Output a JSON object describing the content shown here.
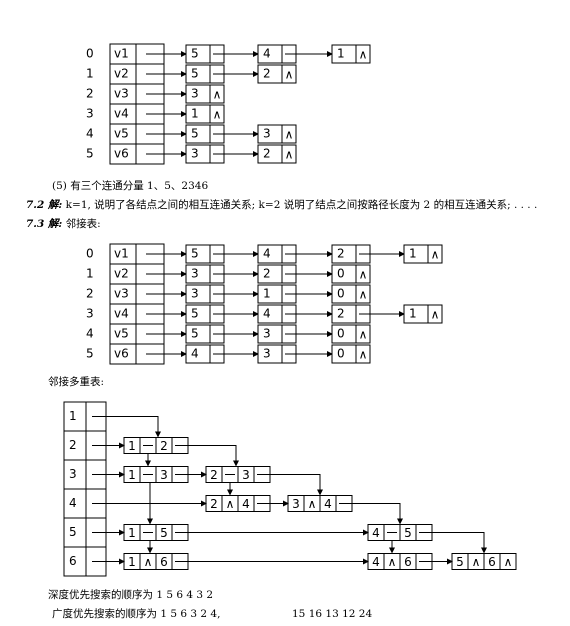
{
  "section1": {
    "rows": [
      {
        "index": "0",
        "vertex": "v1",
        "nodes": [
          "5",
          "4",
          "1"
        ]
      },
      {
        "index": "1",
        "vertex": "v2",
        "nodes": [
          "5",
          "2"
        ]
      },
      {
        "index": "2",
        "vertex": "v3",
        "nodes": [
          "3"
        ]
      },
      {
        "index": "3",
        "vertex": "v4",
        "nodes": [
          "1"
        ]
      },
      {
        "index": "4",
        "vertex": "v5",
        "nodes": [
          "5",
          "3"
        ]
      },
      {
        "index": "5",
        "vertex": "v6",
        "nodes": [
          "3",
          "2"
        ]
      }
    ],
    "null_symbol": "∧",
    "note": "(5) 有三个连通分量 1、5、2346"
  },
  "answer_7_2": {
    "label": "7.2 解:",
    "text": "k=1, 说明了各结点之间的相互连通关系; k=2 说明了结点之间按路径长度为 2 的相互连通关系; . . . ."
  },
  "answer_7_3": {
    "label": "7.3 解:",
    "intro": "邻接表:",
    "rows": [
      {
        "index": "0",
        "vertex": "v1",
        "nodes": [
          "5",
          "4",
          "2",
          "1"
        ]
      },
      {
        "index": "1",
        "vertex": "v2",
        "nodes": [
          "3",
          "2",
          "0"
        ]
      },
      {
        "index": "2",
        "vertex": "v3",
        "nodes": [
          "3",
          "1",
          "0"
        ]
      },
      {
        "index": "3",
        "vertex": "v4",
        "nodes": [
          "5",
          "4",
          "2",
          "1"
        ]
      },
      {
        "index": "4",
        "vertex": "v5",
        "nodes": [
          "5",
          "3",
          "0"
        ]
      },
      {
        "index": "5",
        "vertex": "v6",
        "nodes": [
          "4",
          "3",
          "0"
        ]
      }
    ],
    "multilist_title": "邻接多重表:",
    "multilist": {
      "vertices": [
        "1",
        "2",
        "3",
        "4",
        "5",
        "6"
      ],
      "edges": [
        {
          "i": "1",
          "j": "2"
        },
        {
          "i": "1",
          "j": "3"
        },
        {
          "i": "2",
          "j": "3"
        },
        {
          "i": "2",
          "j": "4"
        },
        {
          "i": "3",
          "j": "4"
        },
        {
          "i": "1",
          "j": "5"
        },
        {
          "i": "4",
          "j": "5"
        },
        {
          "i": "1",
          "j": "6"
        },
        {
          "i": "4",
          "j": "6"
        },
        {
          "i": "5",
          "j": "6"
        }
      ]
    },
    "dfs_order": "深度优先搜索的顺序为 1 5 6 4 3 2",
    "bfs_order": "广度优先搜索的顺序为 1 5 6 3 2 4,",
    "bfs_extra": "15 16 13 12 24"
  }
}
